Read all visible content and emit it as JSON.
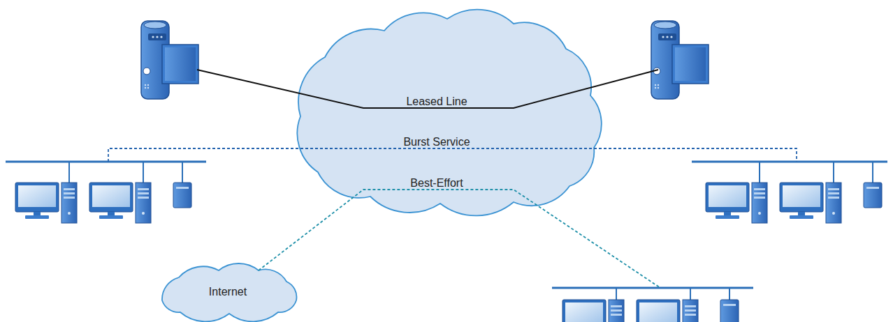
{
  "diagram": {
    "nodes": [
      {
        "text": [
          "Leased Line",
          "Burst Service",
          "Best-Effort"
        ]
      },
      {
        "text": [
          "Internet"
        ]
      }
    ]
  }
}
